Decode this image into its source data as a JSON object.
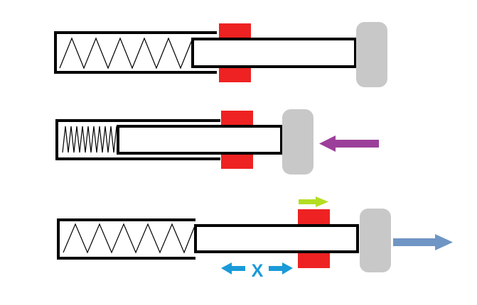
{
  "diagram": {
    "colors": {
      "outline": "#000000",
      "spring": "#000000",
      "stopper_red": "#ee2222",
      "wheel_gray": "#c8c8c8",
      "push_arrow_purple": "#9c3f9a",
      "motion_arrow_green": "#b3dd22",
      "pull_arrow_blue": "#6f95c4",
      "displacement_cyan": "#1a9ad8"
    },
    "panels": [
      {
        "state": "rest"
      },
      {
        "state": "compressed",
        "force": "push-left"
      },
      {
        "state": "extended",
        "force": "pull-right",
        "collar": "moves-right"
      }
    ],
    "displacement_label": "X",
    "icons": [
      "spring",
      "piston-rod",
      "collar",
      "wheel",
      "arrow-left",
      "arrow-right",
      "double-arrow"
    ]
  }
}
